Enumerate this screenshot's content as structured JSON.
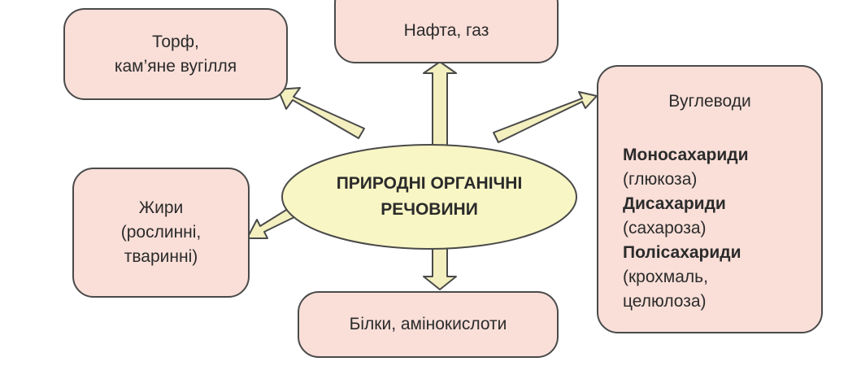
{
  "center": {
    "line1": "ПРИРОДНІ ОРГАНІЧНІ",
    "line2": "РЕЧОВИНИ"
  },
  "boxes": {
    "peat": {
      "line1": "Торф,",
      "line2": "кам’яне вугілля"
    },
    "oil": {
      "line1": "Нафта, газ"
    },
    "fats": {
      "line1": "Жири",
      "line2": "(рослинні,",
      "line3": "тваринні)"
    },
    "proteins": {
      "line1": "Білки, амінокислоти"
    },
    "carbs": {
      "title": "Вуглеводи",
      "groups": [
        {
          "name": "Моносахариди",
          "example1": "(глюкоза)"
        },
        {
          "name": "Дисахариди",
          "example1": "(сахароза)"
        },
        {
          "name": "Полісахариди",
          "example1": "(крохмаль,",
          "example2": "целюлоза)"
        }
      ]
    }
  },
  "colors": {
    "box_fill": "#f9dfd8",
    "center_fill": "#f8f6c4",
    "arrow_fill": "#f3efbf",
    "outline": "#4a4a4a"
  }
}
